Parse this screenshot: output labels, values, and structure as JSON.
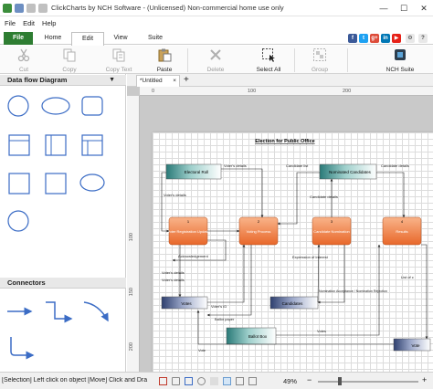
{
  "window": {
    "title": "ClickCharts by NCH Software - (Unlicensed) Non-commercial home use only",
    "minimize": "—",
    "maximize": "☐",
    "close": "✕"
  },
  "menu": [
    "File",
    "Edit",
    "Help"
  ],
  "ribbon_tabs": {
    "file": "File",
    "home": "Home",
    "edit": "Edit",
    "view": "View",
    "suite": "Suite"
  },
  "social": {
    "facebook": "f",
    "twitter": "t",
    "google": "g+",
    "linkedin": "in",
    "youtube": "▶"
  },
  "ribbon": {
    "cut": "Cut",
    "copy": "Copy",
    "copy_text": "Copy Text",
    "paste": "Paste",
    "delete": "Delete",
    "select_all": "Select All",
    "group": "Group",
    "nch_suite": "NCH Suite"
  },
  "left_panel": {
    "dfd_title": "Data flow Diagram",
    "connectors_title": "Connectors"
  },
  "document_tab": {
    "name": "*Untitled",
    "close": "×",
    "add": "+"
  },
  "ruler": {
    "h": [
      "0",
      "100",
      "200"
    ],
    "v": [
      "100",
      "150",
      "200"
    ]
  },
  "diagram": {
    "title": "Election for Public Office",
    "entities": {
      "electoral_roll": "Electoral Roll",
      "nominated_candidates": "Nominated Candidates",
      "votes": "Votes",
      "candidates": "Candidates",
      "ballot_box": "Ballot Box",
      "voters": "Vote"
    },
    "processes": {
      "p1": "Voter Registration Update",
      "p2": "Voting Process",
      "p3": "Candidate Nomination",
      "p4": "Results"
    },
    "process_numbers": {
      "p1": "1",
      "p2": "2",
      "p3": "3",
      "p4": "4"
    },
    "flows": {
      "voters_details_1": "Voter's details",
      "voters_details_2": "Voter's details",
      "voters_details_3": "Voter's details",
      "voters_details_4": "Voter's details",
      "candidate_list": "Candidate list",
      "candidate_details_1": "Candidate details",
      "candidate_details_2": "Candidate details",
      "acknowledgement": "Acknowledgement",
      "voters_id": "Voter's ID",
      "ballot_paper": "Ballot paper",
      "expression": "Expression of Interest",
      "nomination": "Nomination Acceptance / Nomination Rejection",
      "votes_flow": "Votes",
      "vote_flow": "Vote",
      "list_of": "List of c"
    }
  },
  "status": {
    "text": "[Selection] Left click on object  [Move] Click and Dra",
    "zoom": "49%",
    "zoom_minus": "−",
    "zoom_plus": "+"
  },
  "colors": {
    "accent_green": "#2e7d32",
    "entity_teal": "#2a7a78",
    "process_orange": "#f07d3c"
  }
}
